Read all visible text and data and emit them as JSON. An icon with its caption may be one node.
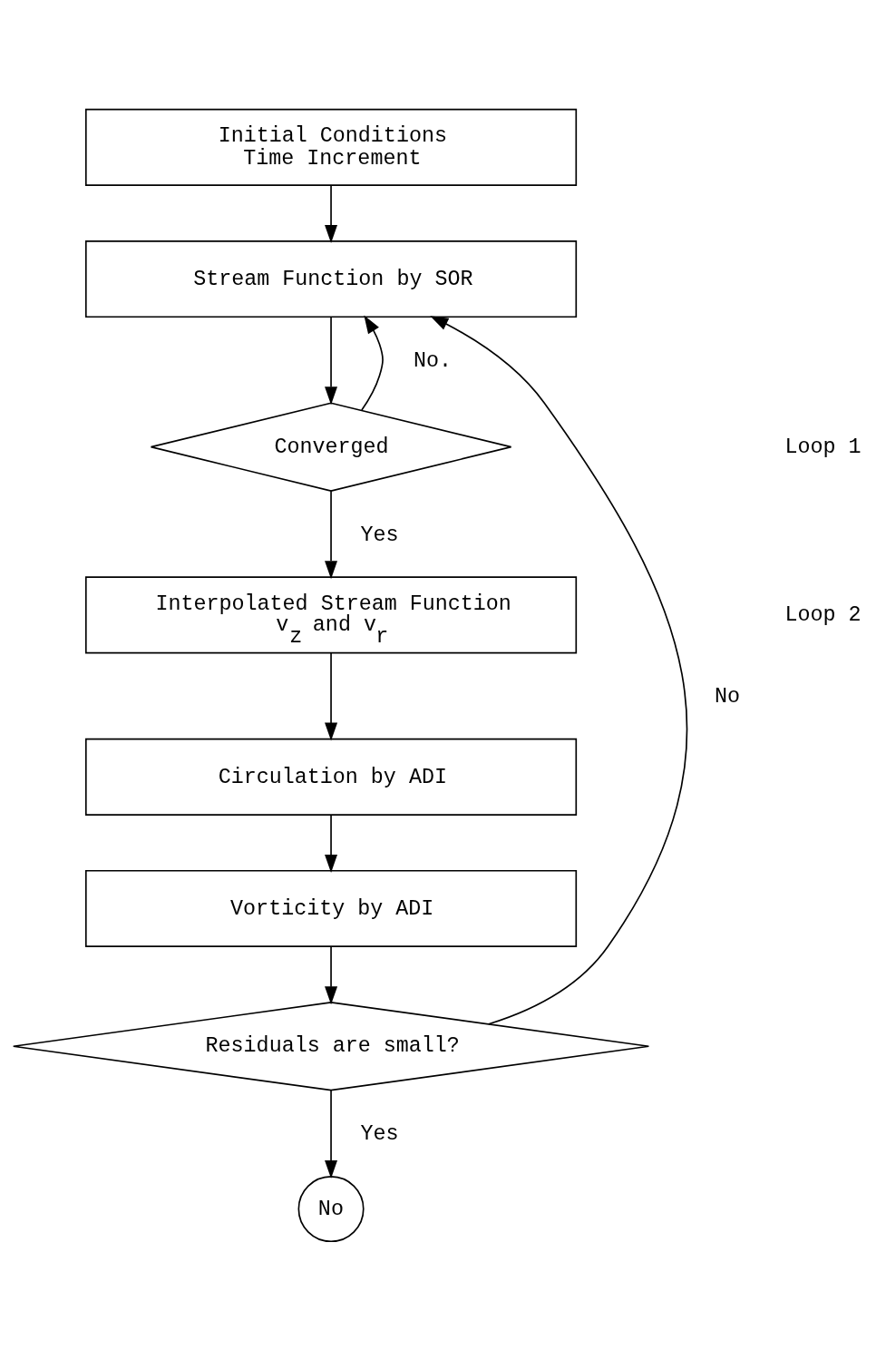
{
  "diagram": {
    "nodes": [
      {
        "text": [
          "Initial Conditions",
          "Time Increment"
        ]
      },
      {
        "text": [
          "Stream Function by SOR"
        ]
      },
      {
        "text": [
          "Converged"
        ]
      },
      {
        "text": [
          "Interpolated Stream Function",
          "v$_{z}$ and v$_{r}$"
        ]
      },
      {
        "text": [
          "Circulation by ADI"
        ]
      },
      {
        "text": [
          "Vorticity by ADI"
        ]
      },
      {
        "text": [
          "Residuals are small?"
        ]
      },
      {
        "text": [
          "No"
        ]
      }
    ],
    "edges": [
      {
        "from": 0,
        "to": 1,
        "arrow": "to"
      },
      {
        "from": 1,
        "to": 2,
        "arrow": "to"
      },
      {
        "from": 2,
        "to": 1,
        "arrow": "to",
        "label": "No."
      },
      {
        "from": 2,
        "to": 3,
        "arrow": "to",
        "label": "Yes"
      },
      {
        "from": 3,
        "to": 4,
        "arrow": "to"
      },
      {
        "from": 4,
        "to": 5,
        "arrow": "to"
      },
      {
        "from": 5,
        "to": 6,
        "arrow": "to"
      },
      {
        "from": 6,
        "to": 1,
        "arrow": "to",
        "label": "No"
      },
      {
        "from": 6,
        "to": 7,
        "arrow": "to",
        "label": "Yes"
      }
    ],
    "labels": [
      "Loop 1",
      "Loop 2"
    ]
  }
}
